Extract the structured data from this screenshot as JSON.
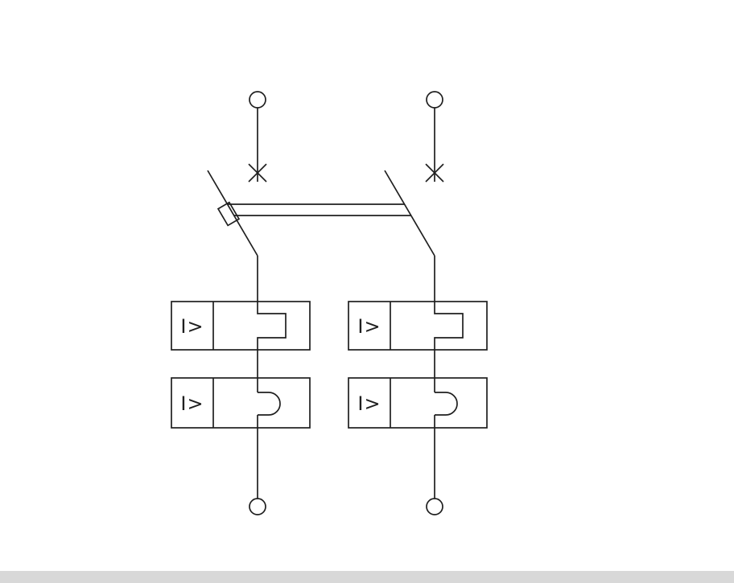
{
  "colors": {
    "line": "#1f1f1f",
    "background": "#ffffff",
    "bottom_bar": "#d8d8d8"
  },
  "diagram": {
    "poles": [
      {
        "releases": [
          {
            "label": "I>"
          },
          {
            "label": "I>"
          }
        ]
      },
      {
        "releases": [
          {
            "label": "I>"
          },
          {
            "label": "I>"
          }
        ]
      }
    ]
  }
}
